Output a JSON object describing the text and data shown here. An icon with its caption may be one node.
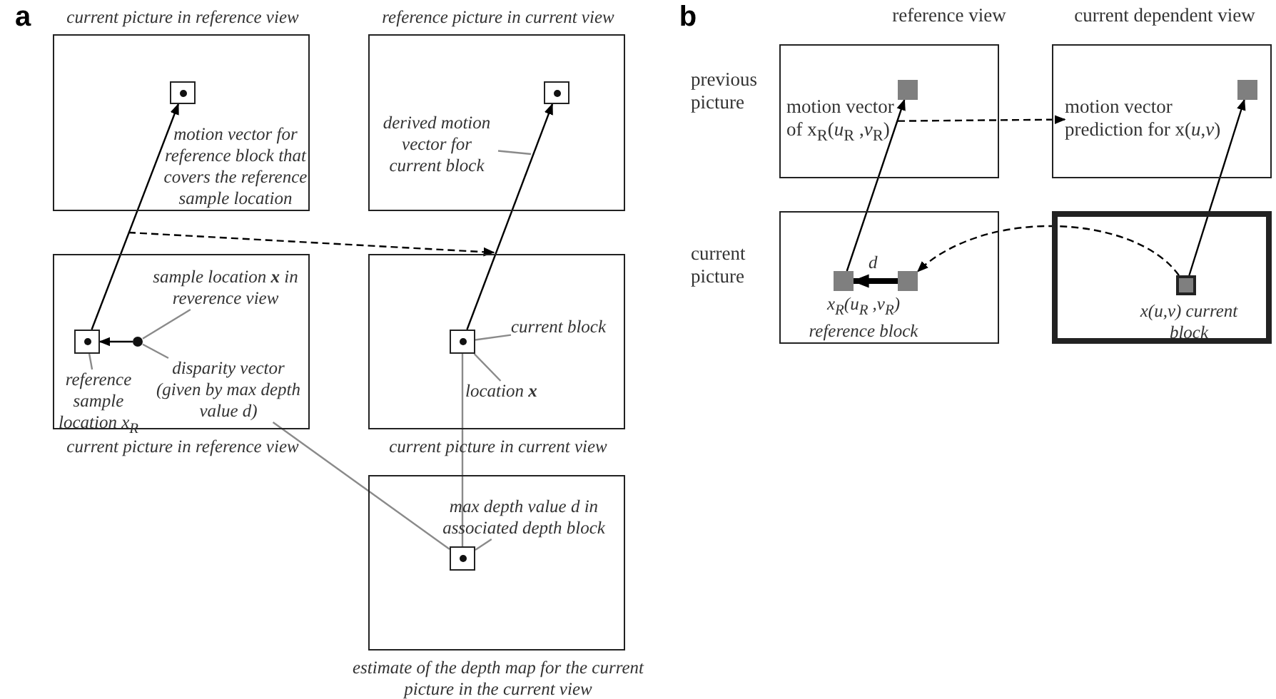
{
  "diagram": {
    "nodes": [
      {
        "text": [
          "current picture in reference view",
          "motion vector for reference block that covers the reference sample location"
        ]
      },
      {
        "text": [],
        "shape": "box",
        "in": 0
      },
      {
        "text": [
          "reference picture in current view"
        ]
      },
      {
        "text": [],
        "shape": "box",
        "in": 2
      },
      {
        "text": [
          "derived motion vector for current block"
        ],
        "in": 2
      },
      {
        "text": [
          "current picture in reference view"
        ]
      },
      {
        "text": [],
        "shape": "box",
        "in": 5
      },
      {
        "text": [],
        "shape": "circle",
        "in": 5
      },
      {
        "text": [
          "sample location **x** in reverence view"
        ],
        "in": 5
      },
      {
        "text": [
          "reference sample location x$_{R}$"
        ],
        "in": 5
      },
      {
        "text": [
          "disparity vector (given by max depth value d)"
        ],
        "in": 5
      },
      {
        "text": [
          "current picture in current view"
        ]
      },
      {
        "text": [],
        "shape": "box",
        "in": 11
      },
      {
        "text": [
          "current block"
        ],
        "in": 11
      },
      {
        "text": [
          "location **x**"
        ],
        "in": 11
      },
      {
        "text": [
          "estimate of the depth map for the current picture in the current view"
        ]
      },
      {
        "text": [],
        "shape": "box",
        "in": 15
      },
      {
        "text": [
          "max depth value d in associated depth block"
        ],
        "in": 15
      },
      {
        "text": [],
        "shape": "box"
      },
      {
        "text": [],
        "shape": "box",
        "in": 18
      },
      {
        "text": [
          "motion vector of x$_{R}$(*u*$_{R}$ ,*v*$_{R}$)"
        ],
        "in": 18
      },
      {
        "text": [],
        "shape": "box"
      },
      {
        "text": [],
        "shape": "box",
        "in": 21
      },
      {
        "text": [
          "motion vector prediction for x(*u*,*v*)"
        ],
        "in": 21
      },
      {
        "text": [],
        "shape": "box"
      },
      {
        "text": [],
        "shape": "box",
        "in": 24,
        "beside": [
          "x$_{R}$(*u*$_{R}$ ,*v*$_{R}$) reference block"
        ]
      },
      {
        "text": [],
        "shape": "box",
        "in": 24
      },
      {
        "text": [],
        "shape": "box"
      },
      {
        "text": [],
        "shape": "box",
        "in": 27,
        "beside": [
          "x(*u*,*v*) current block"
        ]
      }
    ],
    "edges": [
      {
        "from": 6,
        "to": 1,
        "arrow": "to",
        "color": "#000000"
      },
      {
        "from": 12,
        "to": 3,
        "arrow": "to",
        "color": "#000000"
      },
      {
        "from": 4,
        "to": null,
        "arrow": "none",
        "color": "#8a8a8a"
      },
      {
        "from": 7,
        "to": 6,
        "arrow": "to",
        "color": "#000000"
      },
      {
        "from": 8,
        "to": 7,
        "arrow": "none",
        "color": "#8a8a8a"
      },
      {
        "from": 9,
        "to": 6,
        "arrow": "none",
        "color": "#8a8a8a"
      },
      {
        "from": 10,
        "to": 7,
        "arrow": "none",
        "color": "#8a8a8a"
      },
      {
        "from": 13,
        "to": 12,
        "arrow": "none",
        "color": "#8a8a8a"
      },
      {
        "from": 14,
        "to": 12,
        "arrow": "none",
        "color": "#8a8a8a"
      },
      {
        "from": 12,
        "to": 16,
        "arrow": "none",
        "color": "#8a8a8a"
      },
      {
        "from": 16,
        "to": 10,
        "arrow": "none",
        "color": "#8a8a8a"
      },
      {
        "from": 17,
        "to": 16,
        "arrow": "none",
        "color": "#8a8a8a"
      },
      {
        "from": 25,
        "to": 19,
        "arrow": "to",
        "color": "#000000"
      },
      {
        "from": 28,
        "to": 22,
        "arrow": "to",
        "color": "#000000"
      },
      {
        "from": 26,
        "to": 25,
        "arrow": "to",
        "style": "thick",
        "color": "#000000",
        "label": "d"
      },
      {
        "from": 28,
        "to": 26,
        "arrow": "to",
        "style": "dashed",
        "color": "#000000"
      },
      {
        "from": 20,
        "to": 23,
        "arrow": "to",
        "style": "dashed",
        "color": "#000000"
      },
      {
        "from": null,
        "to": 11,
        "arrow": "to",
        "style": "dashed",
        "color": "#000000"
      }
    ],
    "labels": [
      "a",
      "b",
      "reference view",
      "current dependent view",
      "previous picture",
      "current picture"
    ]
  }
}
